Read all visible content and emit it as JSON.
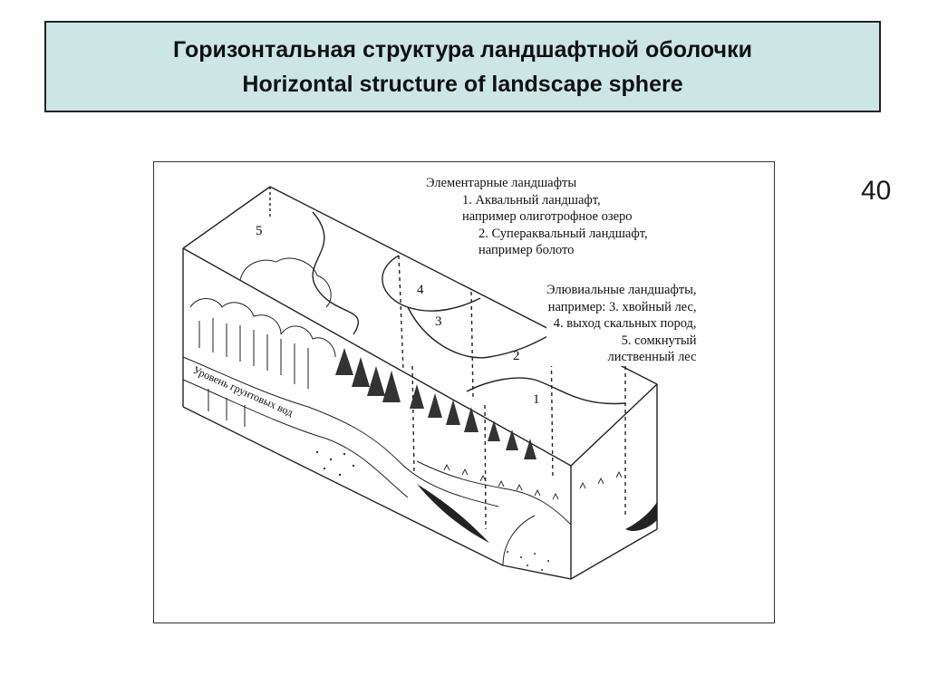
{
  "title": {
    "line_ru": "Горизонтальная структура ландшафтной оболочки",
    "line_en": "Horizontal structure of landscape sphere"
  },
  "page_number": "40",
  "figure": {
    "legend_elementary": {
      "heading": "Элементарные ландшафты",
      "item1_a": "1. Аквальный ландшафт,",
      "item1_b": "например олиготрофное озеро",
      "item2_a": "2. Супераквальный ландшафт,",
      "item2_b": "например болото"
    },
    "legend_eluvial": {
      "heading": "Элювиальные ландшафты,",
      "item3": "например: 3. хвойный лес,",
      "item4": "4. выход скальных пород,",
      "item5_a": "5. сомкнутый",
      "item5_b": "лиственный лес"
    },
    "zones": [
      "1",
      "2",
      "3",
      "4",
      "5"
    ],
    "groundwater_label": "Уровень грунтовых вод"
  }
}
